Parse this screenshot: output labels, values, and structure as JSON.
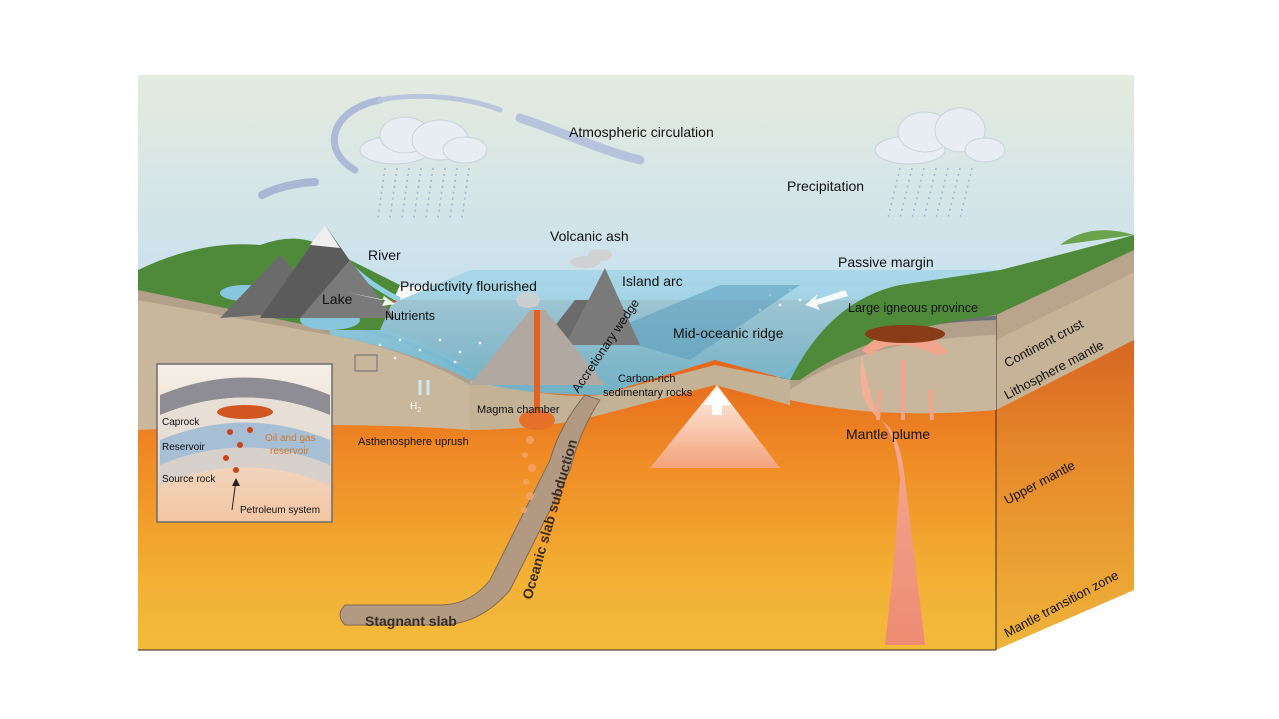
{
  "labels": {
    "atmospheric_circulation": "Atmospheric circulation",
    "precipitation": "Precipitation",
    "river": "River",
    "lake": "Lake",
    "volcanic_ash": "Volcanic ash",
    "productivity_flourished": "Productivity flourished",
    "island_arc": "Island arc",
    "nutrients": "Nutrients",
    "passive_margin": "Passive margin",
    "large_igneous_province": "Large igneous province",
    "mid_oceanic_ridge": "Mid-oceanic ridge",
    "accretionary_wedge": "Accretionary wedge",
    "carbon_rich": "Carbon-rich",
    "sedimentary_rocks": "sedimentary rocks",
    "h2": "H",
    "h2_sub": "2",
    "magma_chamber": "Magma chamber",
    "asthenosphere_uprush": "Asthenosphere uprush",
    "mantle_plume": "Mantle plume",
    "oceanic_slab_subduction": "Oceanic slab subduction",
    "stagnant_slab": "Stagnant slab"
  },
  "layers": {
    "continent_crust": "Continent crust",
    "lithosphere_mantle": "Lithosphere mantle",
    "upper_mantle": "Upper mantle",
    "mantle_transition_zone": "Mantle transition zone"
  },
  "inset": {
    "caprock": "Caprock",
    "reservoir": "Reservoir",
    "oil_gas_1": "Oil and gas",
    "oil_gas_2": "reservoir",
    "source_rock": "Source rock",
    "petroleum_system": "Petroleum system"
  },
  "colors": {
    "sky_top": "#dfe8de",
    "sky_bottom": "#cfe4f0",
    "ocean": "#7fc4dc",
    "crust": "#b9a48e",
    "lithosphere": "#c8b79c",
    "mantle_top": "#e1581b",
    "mantle_bottom": "#f5c33b",
    "land_green": "#4f8a3a",
    "plume": "#f2a48c",
    "slab": "#b29a82"
  }
}
